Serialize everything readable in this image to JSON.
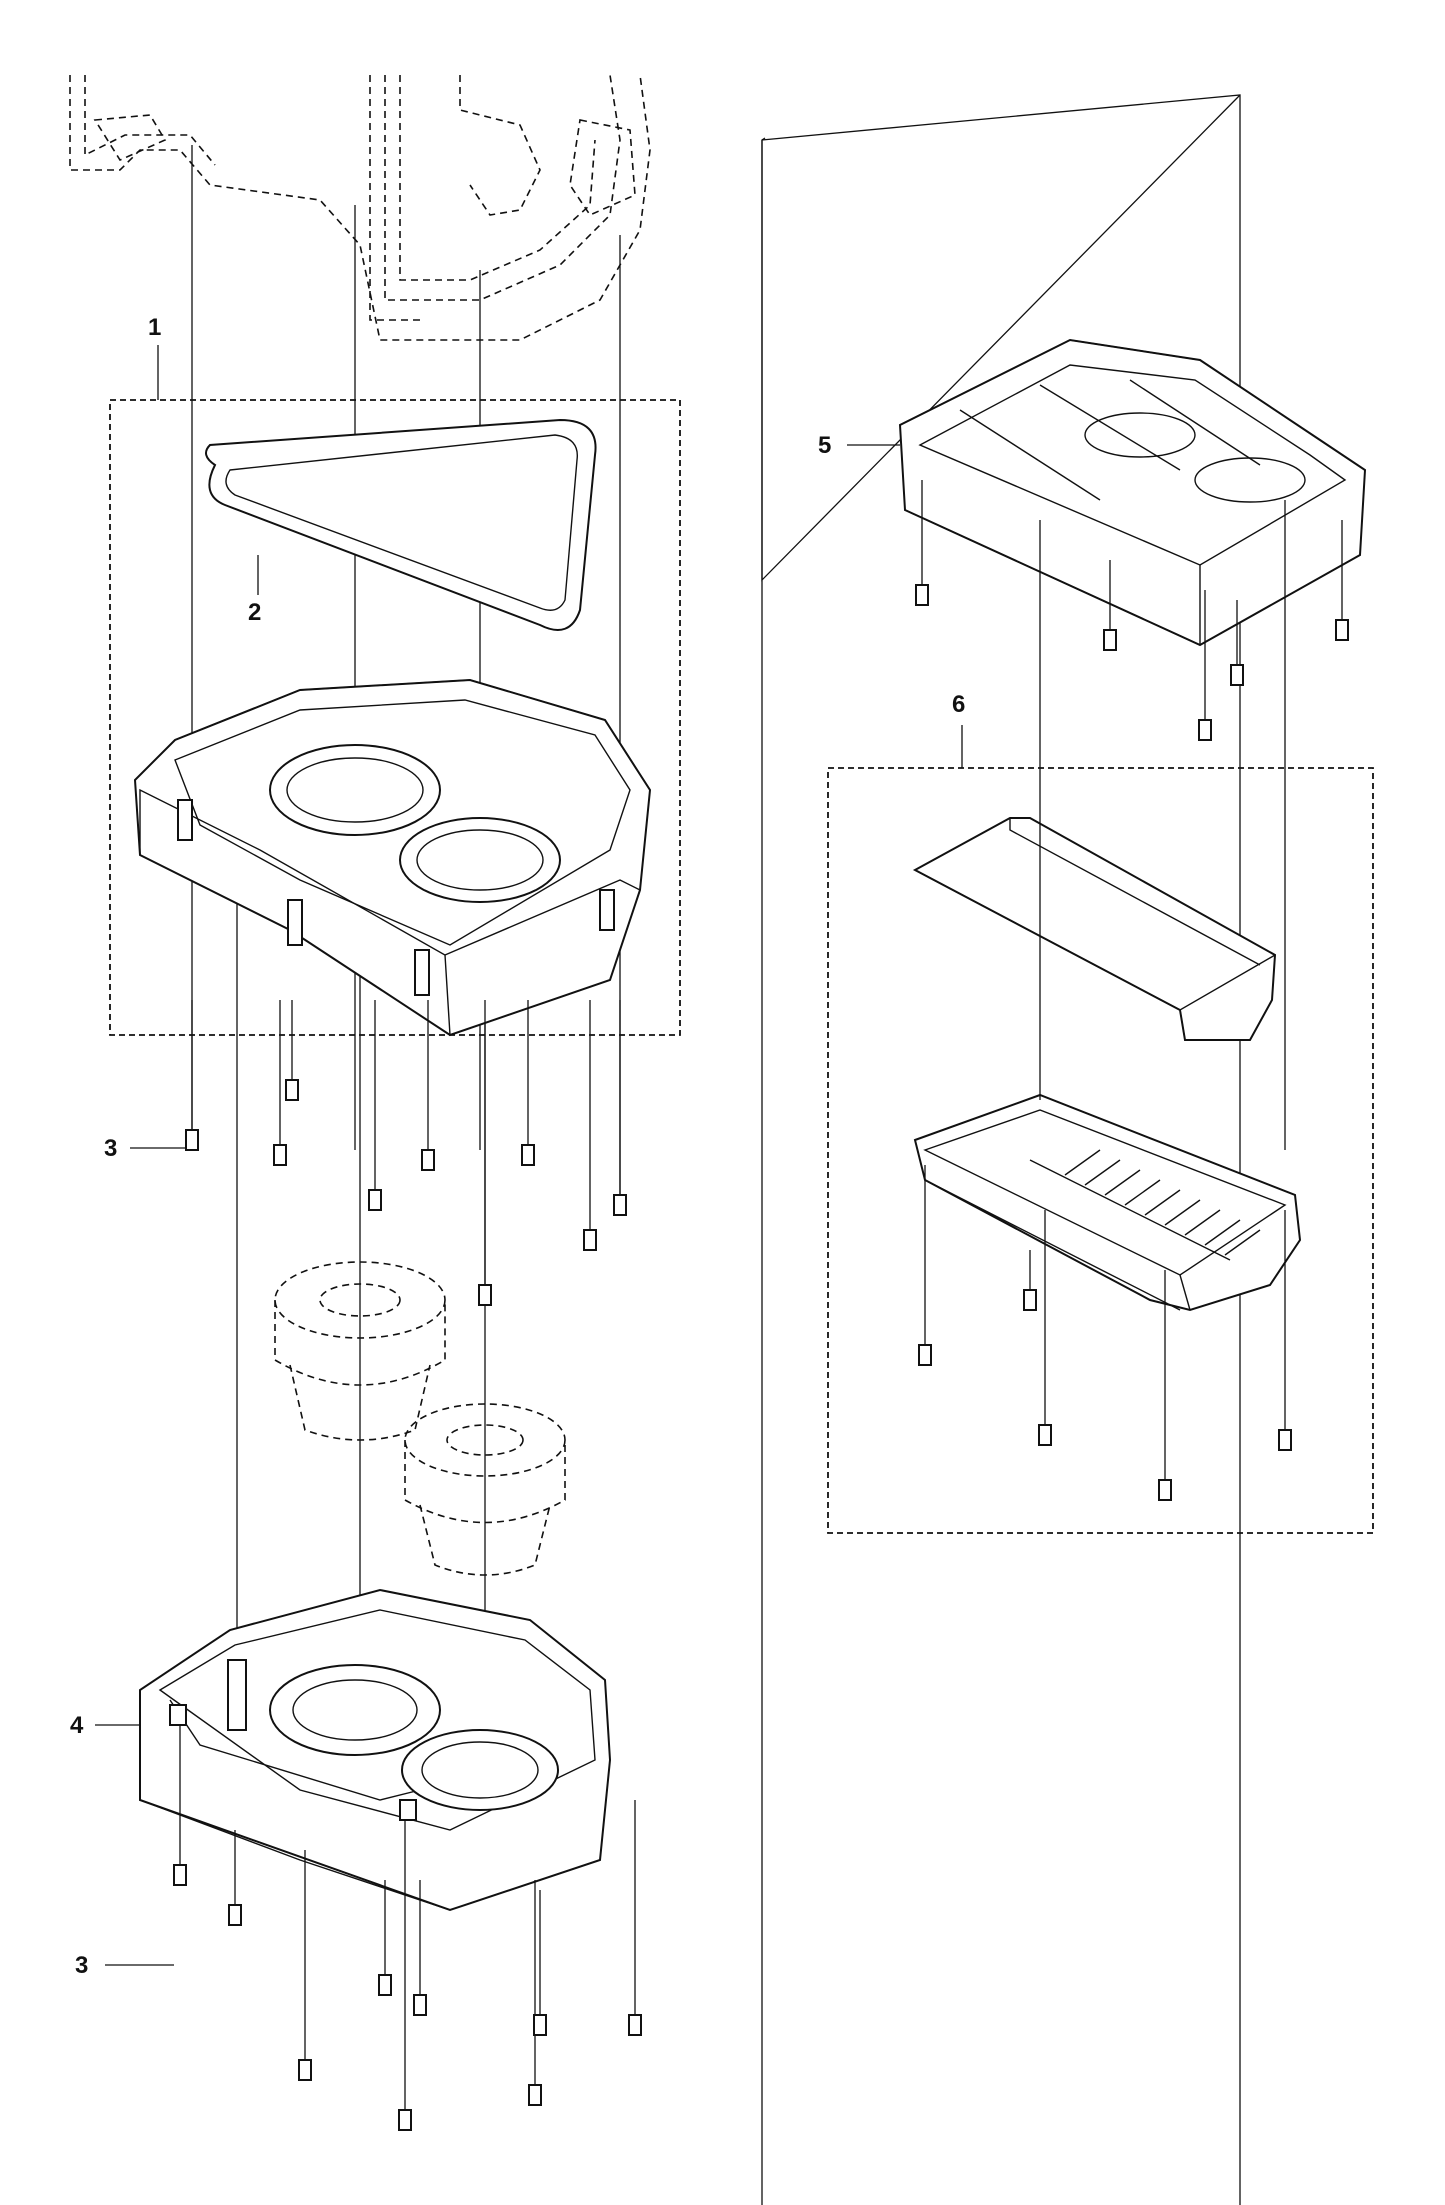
{
  "callouts": [
    {
      "id": "1",
      "label": "1"
    },
    {
      "id": "2",
      "label": "2"
    },
    {
      "id": "3a",
      "label": "3"
    },
    {
      "id": "4",
      "label": "4"
    },
    {
      "id": "3b",
      "label": "3"
    },
    {
      "id": "5",
      "label": "5"
    },
    {
      "id": "6",
      "label": "6"
    }
  ],
  "colors": {
    "line": "#111111",
    "background": "#ffffff"
  }
}
